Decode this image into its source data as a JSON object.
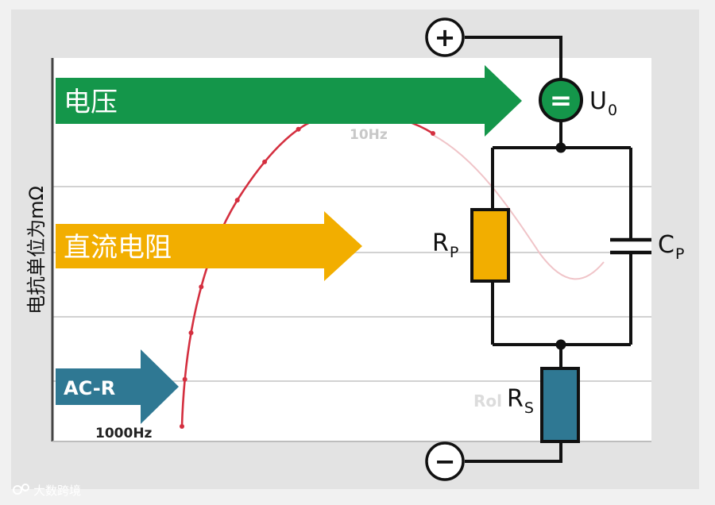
{
  "diagram": {
    "y_axis_label": "电抗单位为mΩ",
    "arrows": {
      "voltage": {
        "label": "电压",
        "color": "#14964a"
      },
      "dc_resistance": {
        "label": "直流电阻",
        "color": "#f2ae00"
      },
      "ac_r": {
        "label": "AC-R",
        "color": "#2f7893"
      }
    },
    "curve": {
      "color": "#d42f3f",
      "label_low": "1000Hz",
      "label_high": "10Hz",
      "label_rol": "Rol"
    },
    "circuit": {
      "plus_symbol": "+",
      "minus_symbol": "−",
      "source_symbol": "=",
      "source_label": "U",
      "source_sub": "0",
      "rp_label": "R",
      "rp_sub": "P",
      "cp_label": "C",
      "cp_sub": "P",
      "rs_label": "R",
      "rs_sub": "S",
      "rp_color": "#f2ae00",
      "rs_color": "#2f7893",
      "source_color": "#14964a"
    },
    "watermark": "大数跨境"
  }
}
